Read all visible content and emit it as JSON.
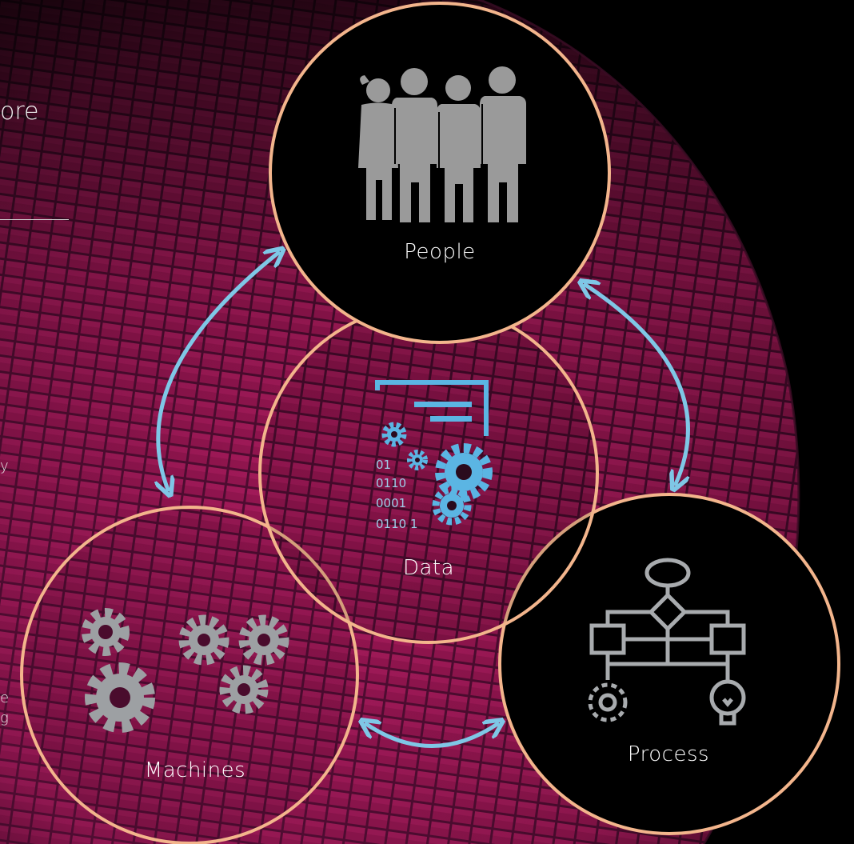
{
  "diagram": {
    "nodes": [
      {
        "id": "people",
        "label": "People",
        "icon": "people-group-icon"
      },
      {
        "id": "data",
        "label": "Data",
        "icon": "data-gears-icon"
      },
      {
        "id": "machines",
        "label": "Machines",
        "icon": "machine-gears-icon"
      },
      {
        "id": "process",
        "label": "Process",
        "icon": "process-flowchart-icon"
      }
    ],
    "edges": [
      {
        "from": "people",
        "to": "machines",
        "style": "double-arrow"
      },
      {
        "from": "people",
        "to": "process",
        "style": "double-arrow"
      },
      {
        "from": "machines",
        "to": "process",
        "style": "double-arrow"
      }
    ],
    "data_icon_binary": [
      "01",
      "0110",
      "0001",
      "0110 1"
    ]
  },
  "side_fragments": {
    "top": "ore",
    "middle": "y",
    "bottom1": "e",
    "bottom2": "g"
  },
  "colors": {
    "circle_stroke": "#f3b58c",
    "arrow": "#7fc7e6",
    "people_icon": "#9a9a9a",
    "machine_icon": "#9da0a3",
    "data_icon": "#5bb5e3",
    "background": "#000000",
    "wafer_dark": "#3b0a25",
    "wafer_grid": "#b01a5e"
  }
}
